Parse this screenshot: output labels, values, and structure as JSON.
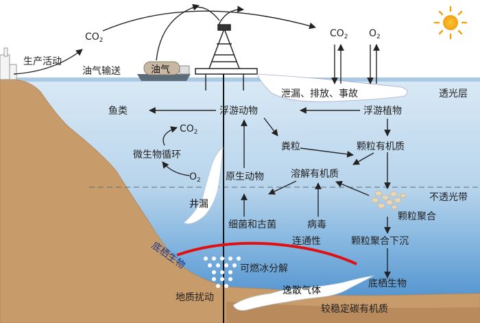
{
  "labels": {
    "production": "生产活动",
    "oil_transport": "油气输送",
    "oil_gas": "油气",
    "co2_sky_left": "CO",
    "co2_sky_right": "CO",
    "o2_sky": "O",
    "leak_release": "泄漏、排放、事故",
    "photic": "透光层",
    "fish": "鱼类",
    "zooplankton": "浮游动物",
    "phytoplankton": "浮游植物",
    "microbial_co2": "CO",
    "feces": "粪粒",
    "particulate_om": "颗粒有机质",
    "microbial_loop": "微生物循环",
    "o2_micro": "O",
    "dissolved_om": "溶解有机质",
    "protozoa": "原生动物",
    "aphotic": "不透光带",
    "well_leak": "井漏",
    "particle_aggregation": "颗粒聚合",
    "bacteria_archaea": "细菌和古菌",
    "virus": "病毒",
    "connectivity": "连通性",
    "aggregate_sinking": "颗粒聚合下沉",
    "benthos_left": "底栖生物",
    "hydrate": "可燃冰分解",
    "benthos_right": "底栖生物",
    "escaping_gas": "逸散气体",
    "geo_disturbance": "地质扰动",
    "stable_carbon": "较稳定碳有机质"
  },
  "subscripts": {
    "two": "2"
  },
  "colors": {
    "sky": "#ffffff",
    "photic_water": "#cfe3f1",
    "aphotic_water": "#7fb3dc",
    "deep_water": "#4e92cf",
    "land": "#c89b6b",
    "arrow": "#222222",
    "red_line": "#e01010",
    "sun": "#f6b51e"
  },
  "icons": [
    "sun-icon",
    "oil-platform-icon",
    "oil-tanker-icon",
    "factory-icon"
  ]
}
